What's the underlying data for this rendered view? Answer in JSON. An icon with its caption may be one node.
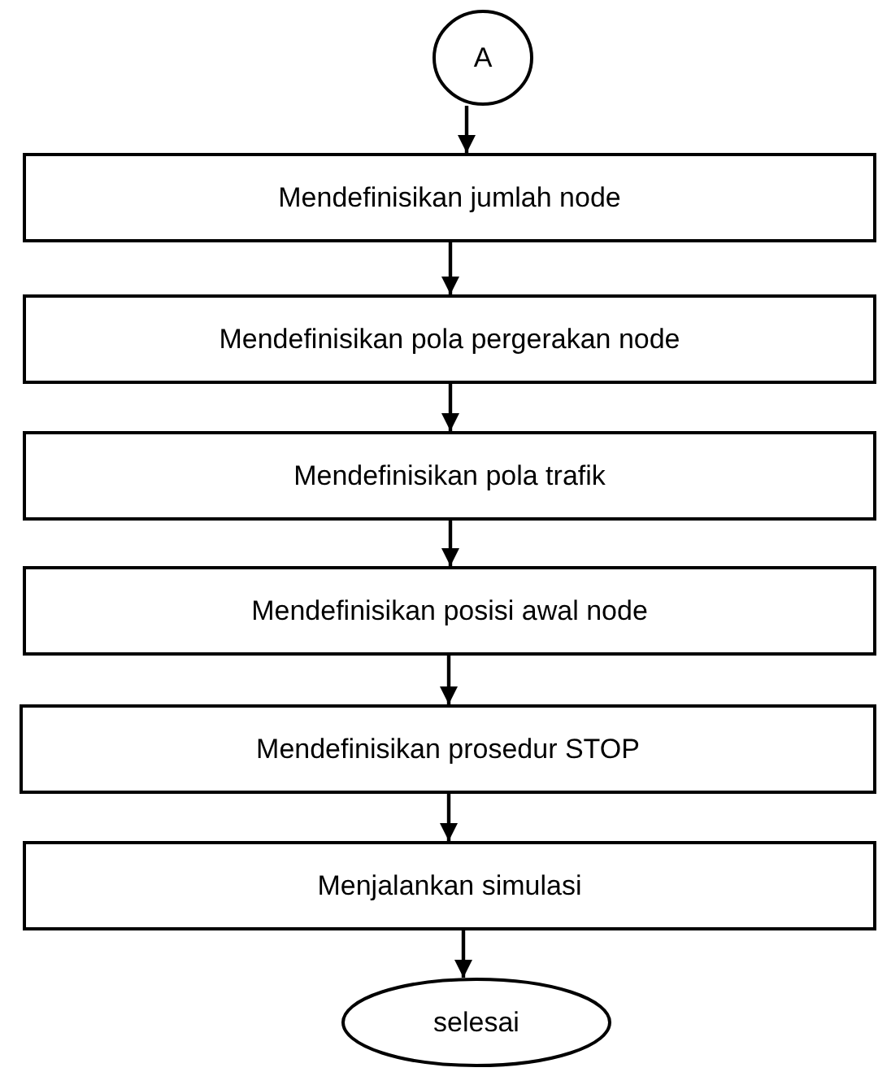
{
  "diagram": {
    "nodes": [
      {
        "text": [
          "A"
        ]
      },
      {
        "text": [
          "Mendefinisikan jumlah node"
        ]
      },
      {
        "text": [
          "Mendefinisikan pola pergerakan node"
        ]
      },
      {
        "text": [
          "Mendefinisikan pola trafik"
        ]
      },
      {
        "text": [
          "Mendefinisikan posisi awal node"
        ]
      },
      {
        "text": [
          "Mendefinisikan prosedur STOP"
        ]
      },
      {
        "text": [
          "Menjalankan simulasi"
        ]
      },
      {
        "text": [
          "selesai"
        ]
      }
    ],
    "edges": [
      {
        "from": 0,
        "to": 1,
        "arrow": "to"
      },
      {
        "from": 1,
        "to": 2,
        "arrow": "to"
      },
      {
        "from": 2,
        "to": 3,
        "arrow": "to"
      },
      {
        "from": 3,
        "to": 4,
        "arrow": "to"
      },
      {
        "from": 4,
        "to": 5,
        "arrow": "to"
      },
      {
        "from": 5,
        "to": 6,
        "arrow": "to"
      },
      {
        "from": 6,
        "to": 7,
        "arrow": "to"
      }
    ]
  }
}
